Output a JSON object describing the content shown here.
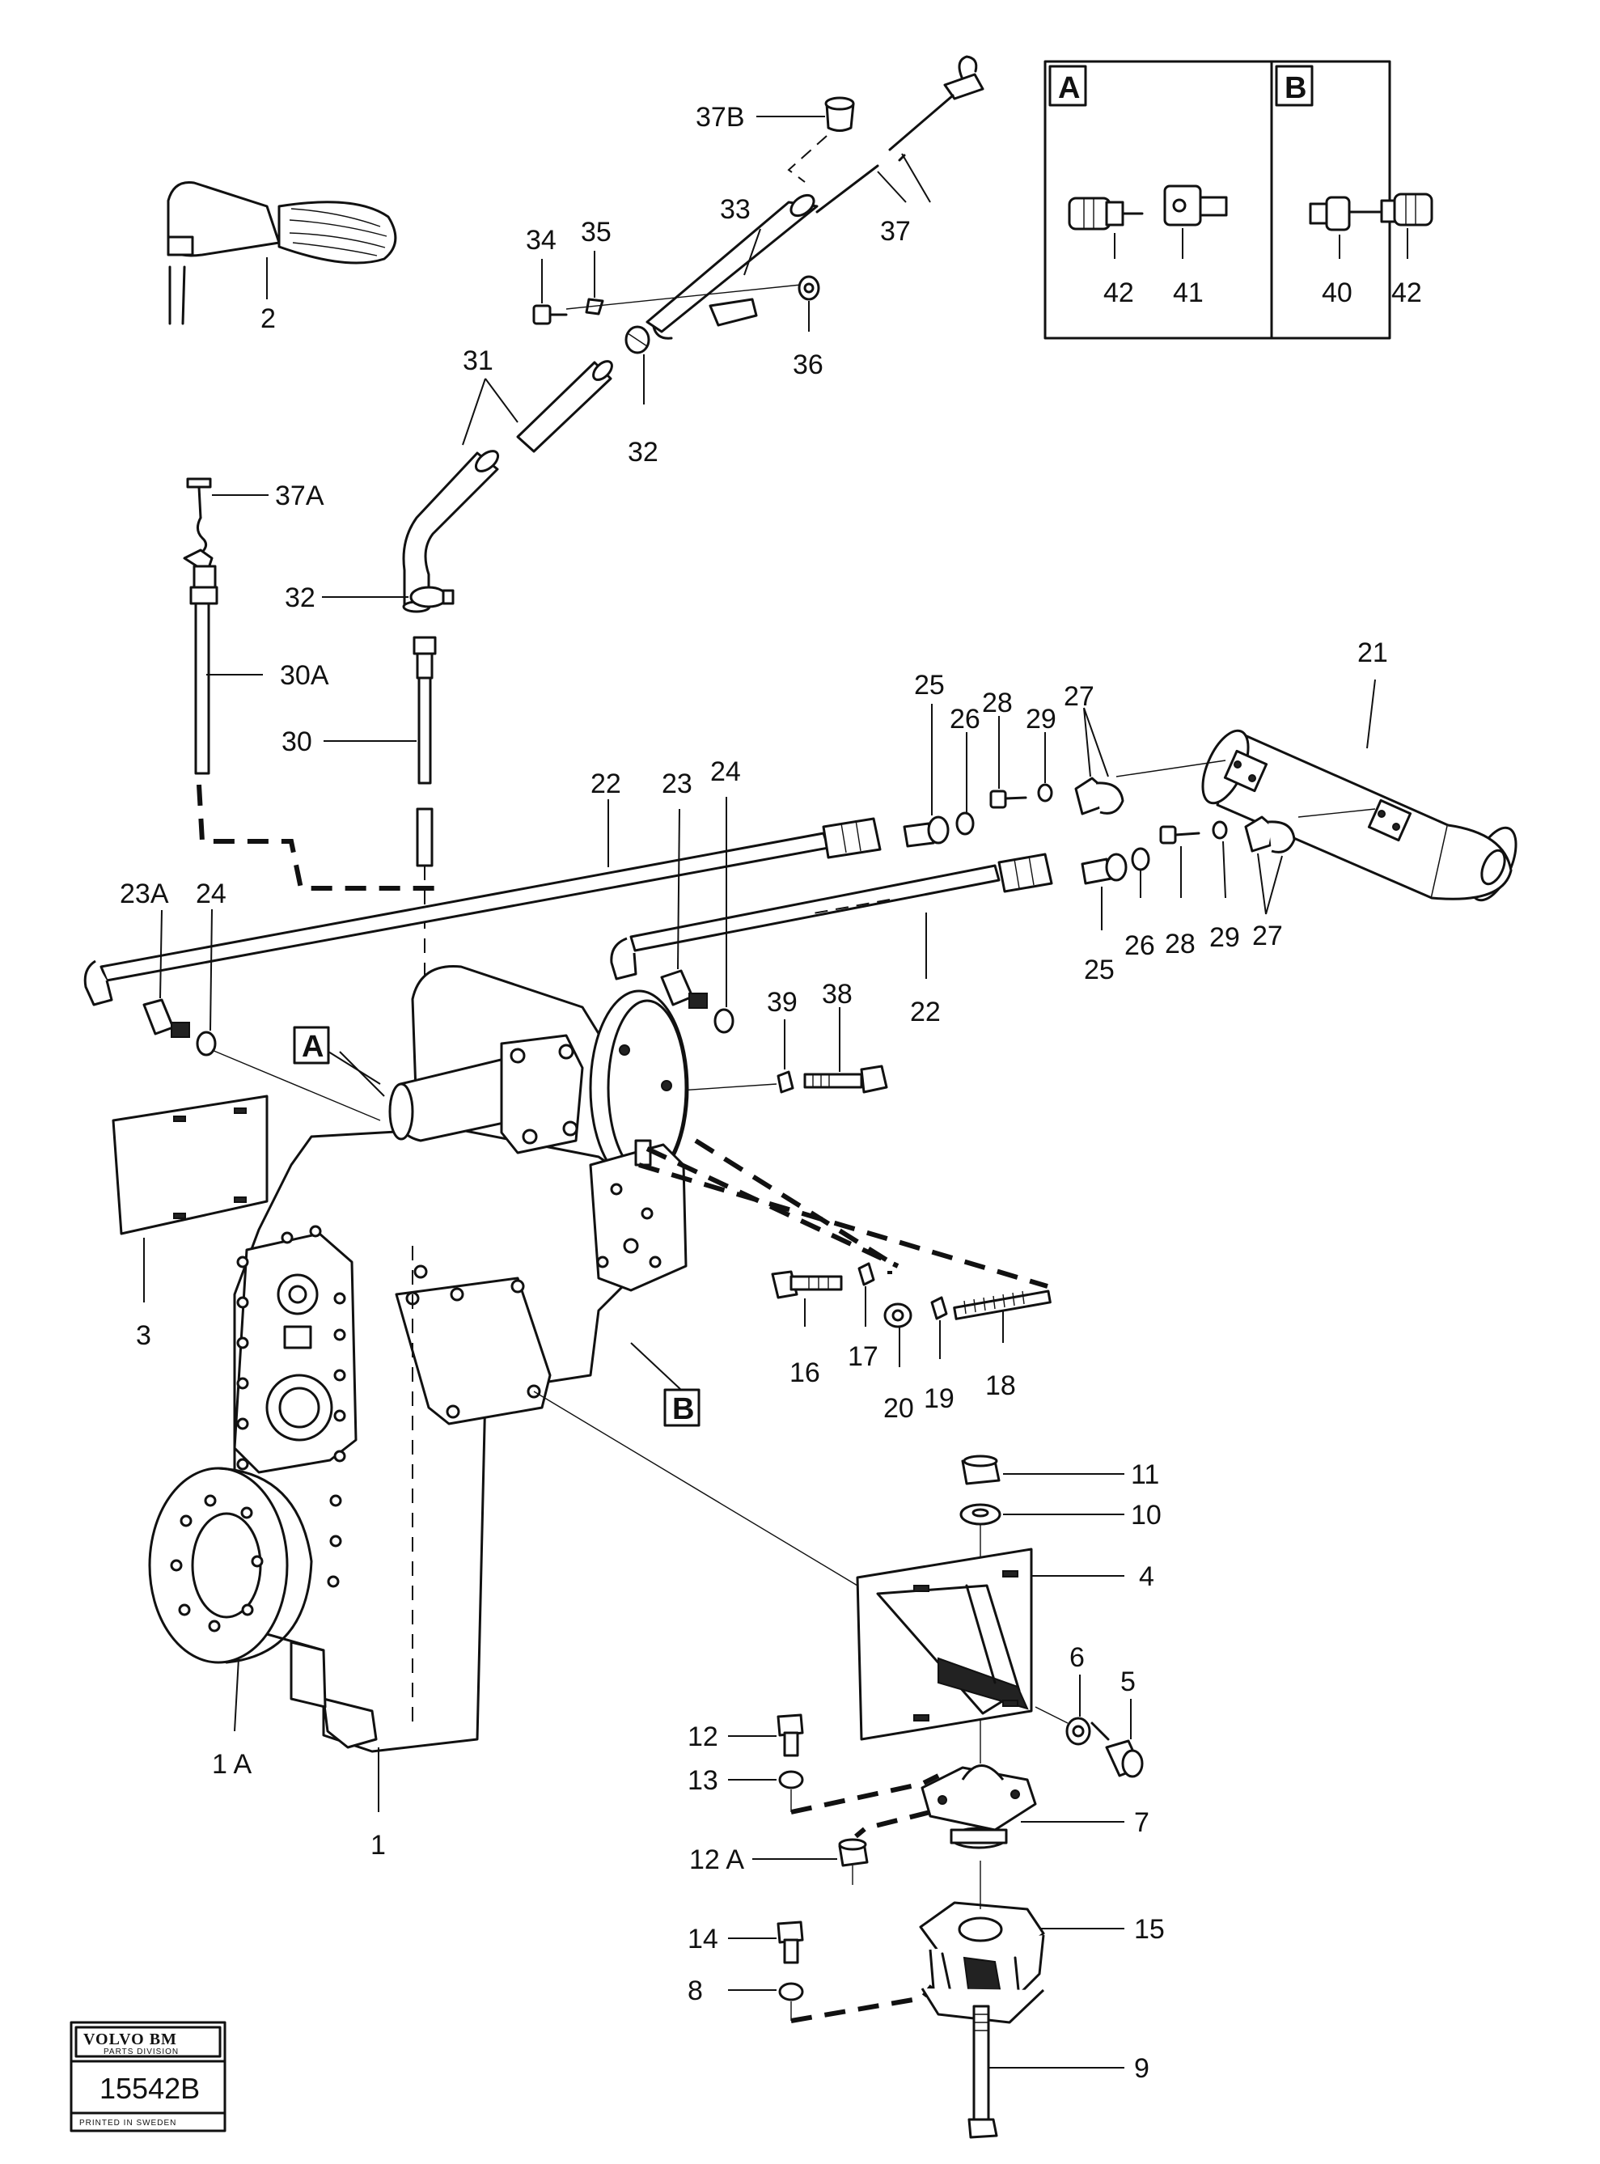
{
  "detail_boxes": [
    {
      "letter": "A",
      "parts": [
        "42",
        "41"
      ]
    },
    {
      "letter": "B",
      "parts": [
        "40",
        "42"
      ]
    }
  ],
  "labels": [
    {
      "id": "2",
      "text": "2"
    },
    {
      "id": "37B",
      "text": "37B"
    },
    {
      "id": "33",
      "text": "33"
    },
    {
      "id": "34",
      "text": "34"
    },
    {
      "id": "35",
      "text": "35"
    },
    {
      "id": "36",
      "text": "36"
    },
    {
      "id": "37",
      "text": "37"
    },
    {
      "id": "31",
      "text": "31"
    },
    {
      "id": "32a",
      "text": "32"
    },
    {
      "id": "32b",
      "text": "32"
    },
    {
      "id": "37A",
      "text": "37A"
    },
    {
      "id": "30A",
      "text": "30A"
    },
    {
      "id": "30",
      "text": "30"
    },
    {
      "id": "22a",
      "text": "22"
    },
    {
      "id": "22b",
      "text": "22"
    },
    {
      "id": "23",
      "text": "23"
    },
    {
      "id": "24a",
      "text": "24"
    },
    {
      "id": "23A",
      "text": "23A"
    },
    {
      "id": "24b",
      "text": "24"
    },
    {
      "id": "21",
      "text": "21"
    },
    {
      "id": "25a",
      "text": "25"
    },
    {
      "id": "26a",
      "text": "26"
    },
    {
      "id": "28a",
      "text": "28"
    },
    {
      "id": "29a",
      "text": "29"
    },
    {
      "id": "27a",
      "text": "27"
    },
    {
      "id": "25b",
      "text": "25"
    },
    {
      "id": "26b",
      "text": "26"
    },
    {
      "id": "28b",
      "text": "28"
    },
    {
      "id": "29b",
      "text": "29"
    },
    {
      "id": "27b",
      "text": "27"
    },
    {
      "id": "39",
      "text": "39"
    },
    {
      "id": "38",
      "text": "38"
    },
    {
      "id": "3",
      "text": "3"
    },
    {
      "id": "16",
      "text": "16"
    },
    {
      "id": "17",
      "text": "17"
    },
    {
      "id": "18",
      "text": "18"
    },
    {
      "id": "19",
      "text": "19"
    },
    {
      "id": "20",
      "text": "20"
    },
    {
      "id": "11",
      "text": "11"
    },
    {
      "id": "10",
      "text": "10"
    },
    {
      "id": "4",
      "text": "4"
    },
    {
      "id": "6",
      "text": "6"
    },
    {
      "id": "5",
      "text": "5"
    },
    {
      "id": "1A",
      "text": "1 A"
    },
    {
      "id": "1",
      "text": "1"
    },
    {
      "id": "12",
      "text": "12"
    },
    {
      "id": "13",
      "text": "13"
    },
    {
      "id": "7",
      "text": "7"
    },
    {
      "id": "12A",
      "text": "12 A"
    },
    {
      "id": "14",
      "text": "14"
    },
    {
      "id": "8",
      "text": "8"
    },
    {
      "id": "15",
      "text": "15"
    },
    {
      "id": "9",
      "text": "9"
    }
  ],
  "callouts": {
    "A": "A",
    "B": "B"
  },
  "logo": {
    "brand": "VOLVO BM",
    "division": "PARTS DIVISION",
    "number": "15542B",
    "footer": "PRINTED IN SWEDEN"
  }
}
